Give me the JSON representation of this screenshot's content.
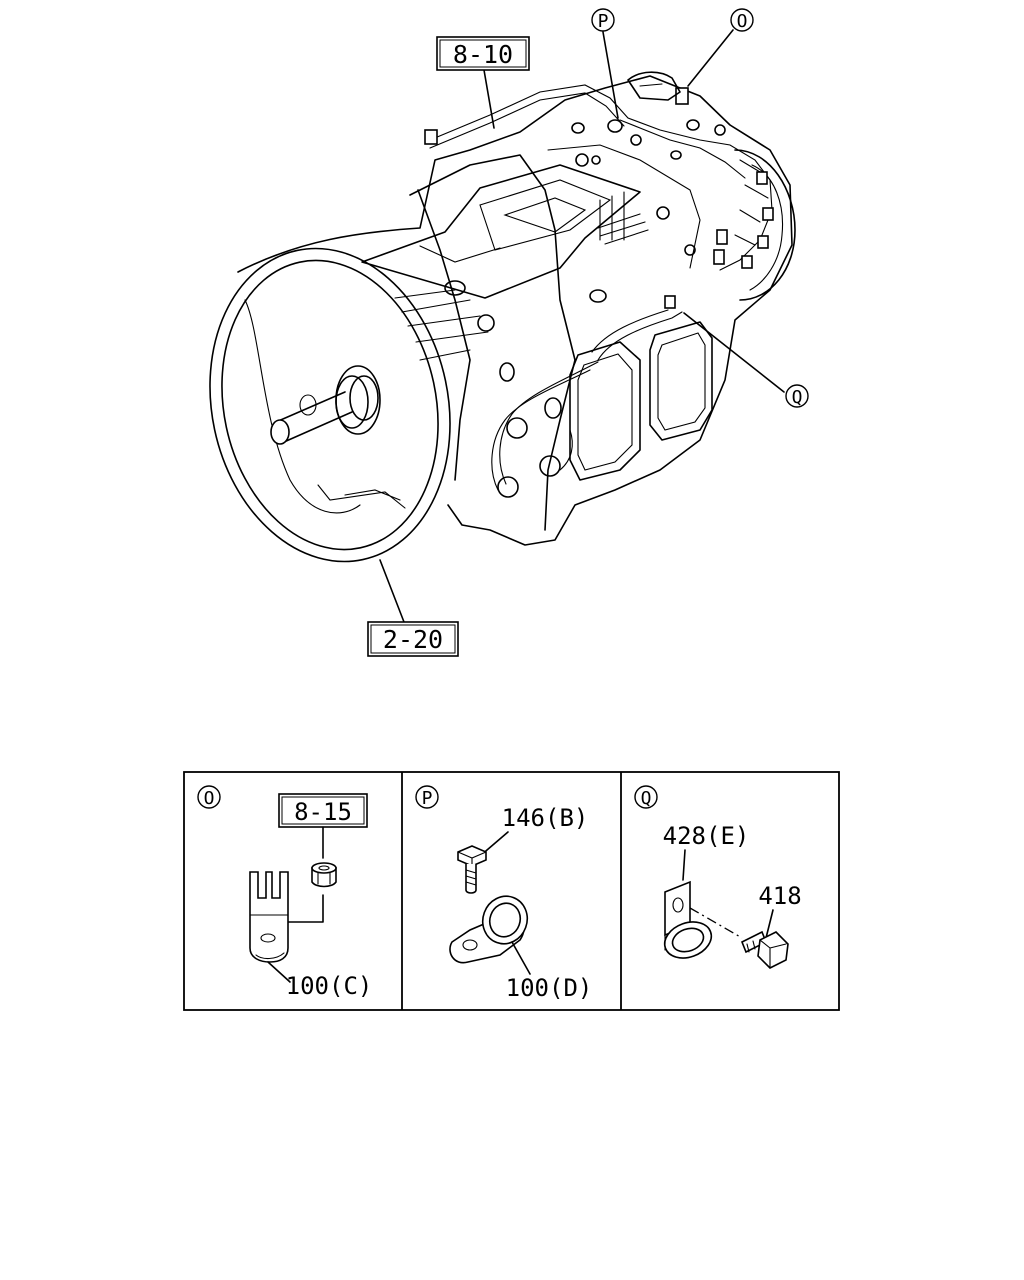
{
  "main_diagram": {
    "ref_top": "8-10",
    "ref_bottom": "2-20",
    "callout_p": "P",
    "callout_o": "O",
    "callout_q": "Q"
  },
  "detail_panels": [
    {
      "letter": "O",
      "ref": "8-15",
      "part_label": "100(C)"
    },
    {
      "letter": "P",
      "part_top": "146(B)",
      "part_bottom": "100(D)"
    },
    {
      "letter": "Q",
      "part_top": "428(E)",
      "part_right": "418"
    }
  ]
}
